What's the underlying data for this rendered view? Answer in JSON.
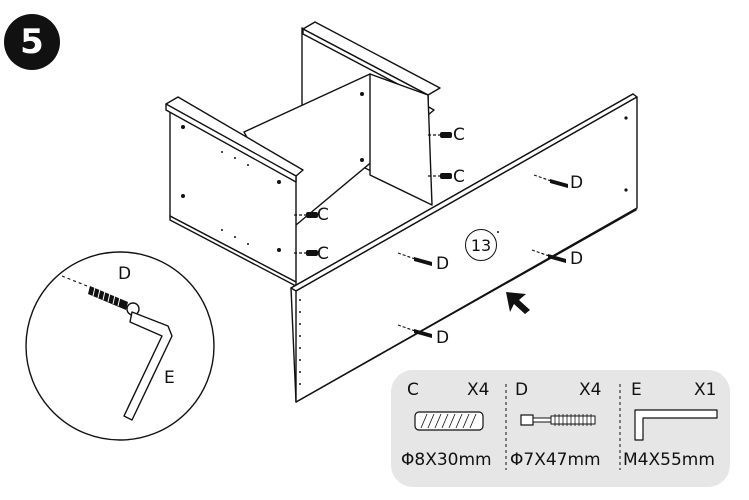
{
  "step": {
    "number": "5"
  },
  "part_number": "13",
  "callouts": {
    "c1": "C",
    "c2": "C",
    "c3": "C",
    "c4": "C",
    "d1": "D",
    "d2": "D",
    "d3": "D",
    "d4": "D"
  },
  "detail": {
    "screw_label": "D",
    "key_label": "E"
  },
  "legend": {
    "items": [
      {
        "code": "C",
        "qty": "X4",
        "size": "Φ8X30mm",
        "icon": "wooden-dowel-icon"
      },
      {
        "code": "D",
        "qty": "X4",
        "size": "Φ7X47mm",
        "icon": "cam-bolt-icon"
      },
      {
        "code": "E",
        "qty": "X1",
        "size": "M4X55mm",
        "icon": "allen-key-icon"
      }
    ]
  }
}
